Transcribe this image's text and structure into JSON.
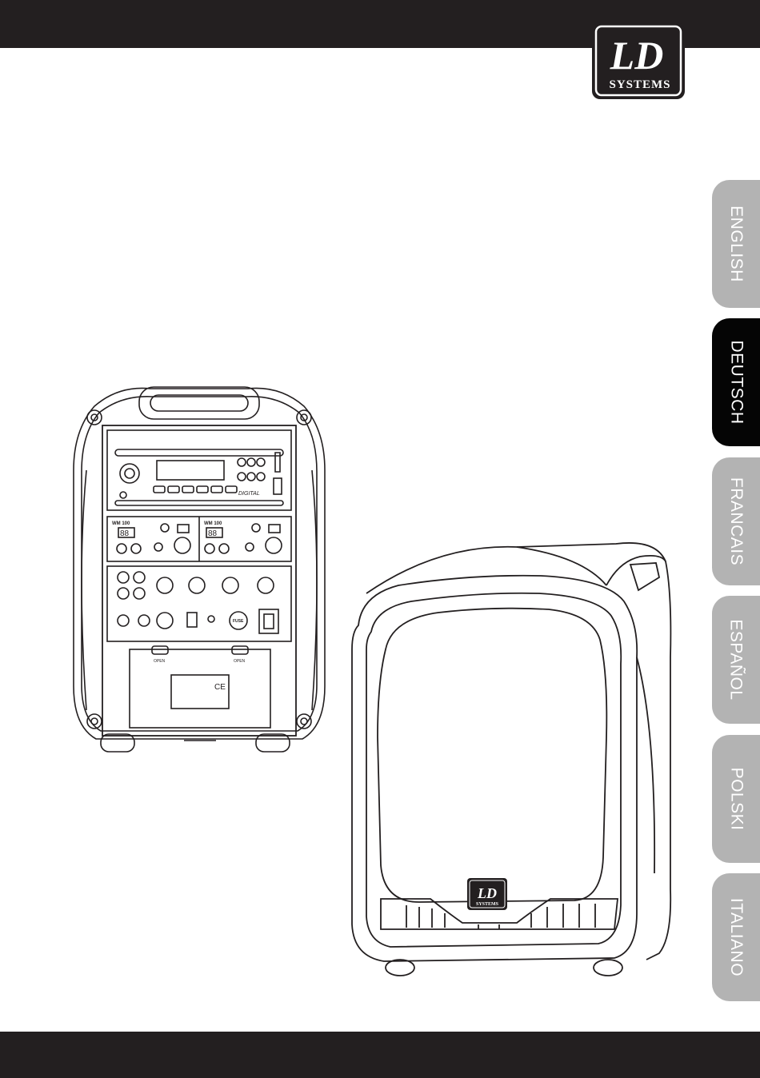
{
  "brand": {
    "logo_text": "LD",
    "logo_subtext": "SYSTEMS"
  },
  "languages": [
    {
      "label": "ENGLISH",
      "active": false
    },
    {
      "label": "DEUTSCH",
      "active": true
    },
    {
      "label": "FRANCAIS",
      "active": false
    },
    {
      "label": "ESPAÑOL",
      "active": false
    },
    {
      "label": "POLSKI",
      "active": false
    },
    {
      "label": "ITALIANO",
      "active": false
    }
  ],
  "colors": {
    "bar": "#231f20",
    "tab_inactive": "#b3b3b3",
    "tab_active": "#050505",
    "tab_text": "#ffffff"
  },
  "device_back": {
    "display_digits": "88",
    "player_label": "DIGITAL",
    "module_title": "WM 100",
    "fuse_label": "FUSE",
    "battery_marks": "CE",
    "latch_label": "OPEN"
  },
  "device_front": {
    "badge_text": "LD",
    "badge_subtext": "SYSTEMS"
  }
}
